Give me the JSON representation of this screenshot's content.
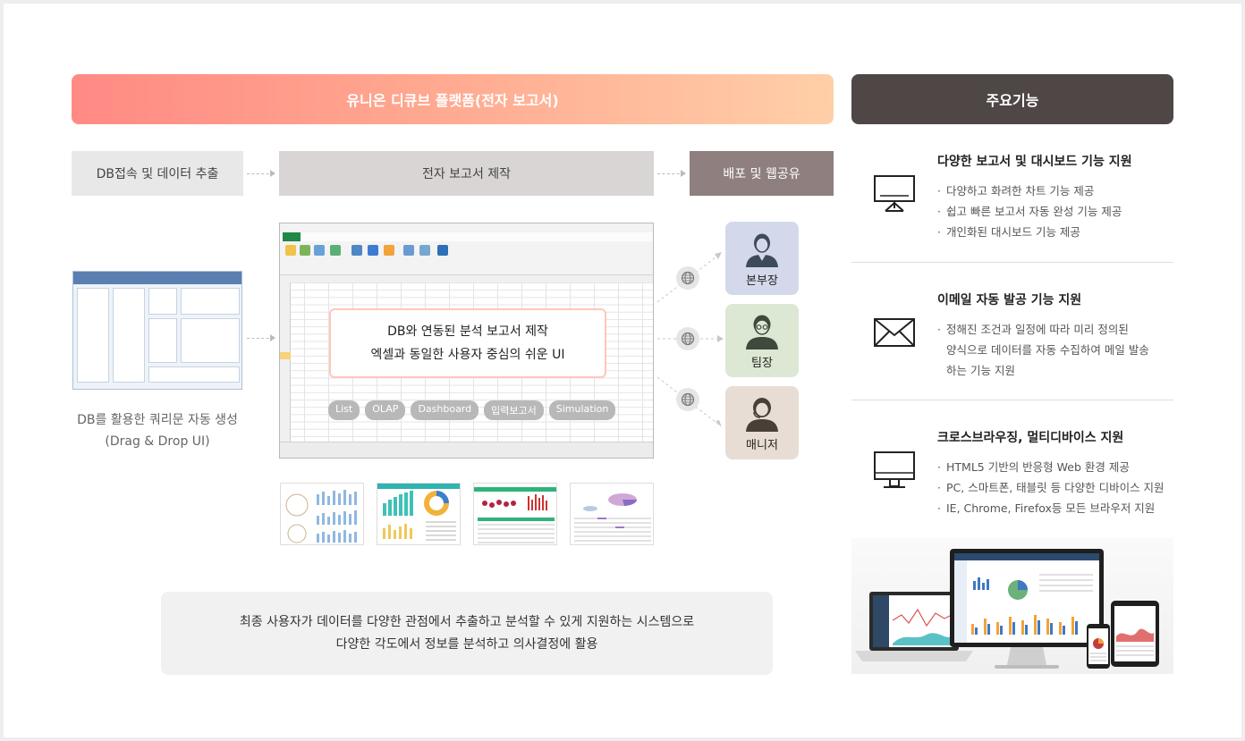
{
  "banner_title": "유니온 디큐브 플랫폼(전자 보고서)",
  "features_header": "주요기능",
  "stages": {
    "db": "DB접속 및 데이터 추출",
    "report": "전자 보고서 제작",
    "share": "배포 및 웹공유"
  },
  "db_caption": {
    "line1": "DB를 활용한 쿼리문 자동 생성",
    "line2": "(Drag & Drop UI)"
  },
  "excel": {
    "highlight_line1": "DB와 연동된 분석 보고서 제작",
    "highlight_line2": "엑셀과 동일한 사용자 중심의 쉬운 UI",
    "tags": [
      "List",
      "OLAP",
      "Dashboard",
      "입력보고서",
      "Simulation"
    ]
  },
  "personas": [
    {
      "label": "본부장",
      "icon": "executive-person-icon"
    },
    {
      "label": "팀장",
      "icon": "team-leader-person-icon"
    },
    {
      "label": "매니저",
      "icon": "manager-headset-icon"
    }
  ],
  "summary": {
    "line1": "최종 사용자가 데이터를 다양한 관점에서 추출하고 분석할 수 있게 지원하는 시스템으로",
    "line2": "다양한 각도에서 정보를 분석하고 의사결정에 활용"
  },
  "features": [
    {
      "title": "다양한 보고서 및 대시보드 기능 지원",
      "icon": "presentation-board-icon",
      "bullets": [
        "다양하고 화려한 차트 기능 제공",
        "쉽고 빠른 보고서 자동 완성 기능 제공",
        "개인화된 대시보드 기능 제공"
      ]
    },
    {
      "title": "이메일 자동 발공 기능 지원",
      "icon": "envelope-icon",
      "bullets": [
        "정해진 조건과 일정에 따라 미리 정의된",
        "양식으로 데이터를 자동 수집하여 메일 발송",
        "하는 기능 지원"
      ]
    },
    {
      "title": "크로스브라우징, 멀티디바이스 지원",
      "icon": "monitor-icon",
      "bullets": [
        "HTML5 기반의 반응형 Web 환경 제공",
        "PC, 스마트폰, 태블릿 등 다양한 디바이스 지원",
        "IE, Chrome, Firefox등 모든 브라우저 지원"
      ]
    }
  ],
  "colors": {
    "banner_start": "#ff8a84",
    "banner_end": "#ffcfa8",
    "feature_header": "#4f4646",
    "stage_share": "#8f7f7f",
    "persona_exec": "#d3d9ea",
    "persona_lead": "#dde8d4",
    "persona_mgr": "#e8ddd4"
  }
}
